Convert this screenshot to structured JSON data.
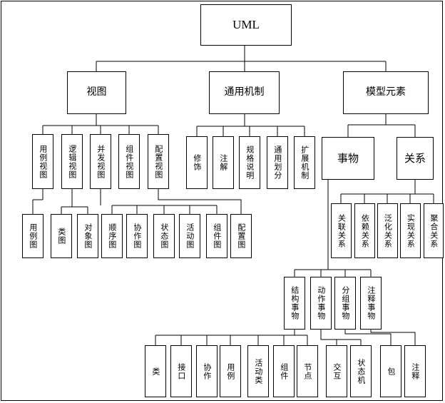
{
  "diagram": {
    "root": "UML",
    "views": {
      "label": "视图",
      "use_case_view": "用例视图",
      "logical_view": "逻辑视图",
      "concurrency_view": "并发视图",
      "component_view": "组件视图",
      "deployment_view": "配置视图",
      "use_case_diagram": "用例图",
      "class_diagram": "类图",
      "object_diagram": "对象图",
      "sequence_diagram": "顺序图",
      "collaboration_diagram": "协作图",
      "state_diagram": "状态图",
      "activity_diagram": "活动图",
      "component_diagram": "组件图",
      "deployment_diagram": "配置图"
    },
    "mechanisms": {
      "label": "通用机制",
      "decoration": "修饰",
      "note": "注解",
      "specification": "规格说明",
      "common_division": "通用划分",
      "extension": "扩展机制"
    },
    "model_elements": {
      "label": "模型元素",
      "things": "事物",
      "relationships": "关系",
      "association": "关联关系",
      "dependency": "依赖关系",
      "generalization": "泛化关系",
      "realization": "实现关系",
      "aggregation": "聚合关系",
      "structural": "结构事物",
      "behavioral": "动作事物",
      "grouping": "分组事物",
      "annotational": "注释事物",
      "class": "类",
      "interface": "接口",
      "collaboration": "协作",
      "use_case": "用例",
      "active_class": "活动类",
      "component": "组件",
      "node": "节点",
      "interaction": "交互",
      "state_machine": "状态机",
      "package": "包",
      "annotation": "注释"
    }
  }
}
